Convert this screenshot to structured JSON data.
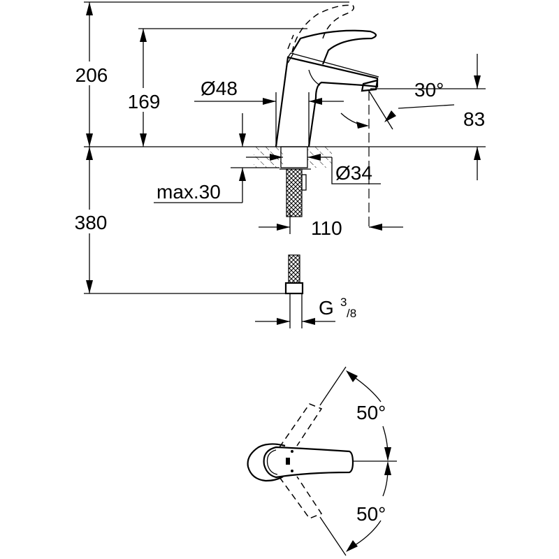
{
  "dimensions": {
    "total_height": "206",
    "lever_height": "169",
    "body_diameter": "Ø48",
    "spout_angle": "30°",
    "spout_height": "83",
    "hole_diameter": "Ø34",
    "max_thickness": "max.30",
    "hose_length": "380",
    "spout_reach": "110",
    "connection_g": "G",
    "connection_num": "3",
    "connection_den": "/8",
    "lever_rotation_left": "50°",
    "lever_rotation_right": "50°"
  }
}
